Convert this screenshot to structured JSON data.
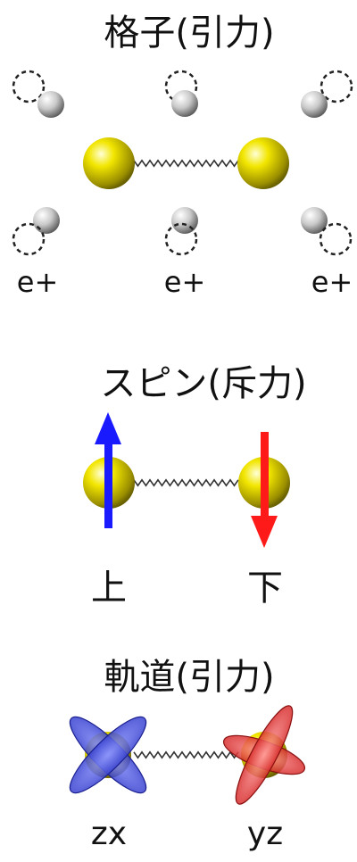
{
  "panels": {
    "lattice": {
      "title": "格子(引力)",
      "charges": [
        "e+",
        "e+",
        "e+"
      ]
    },
    "spin": {
      "title": "スピン(斥力)",
      "left_label": "上",
      "right_label": "下",
      "up_arrow_color": "#1a1aff",
      "down_arrow_color": "#ff1a1a"
    },
    "orbital": {
      "title": "軌道(引力)",
      "left_label": "zx",
      "right_label": "yz",
      "left_orbital_color": "#4a55e0",
      "right_orbital_color": "#f03a3a"
    }
  },
  "colors": {
    "electron": "#f2e600",
    "ion": "#cfcfcf",
    "spring": "#333333"
  },
  "icons": [
    "electron-sphere",
    "ion-sphere",
    "vacancy-circle",
    "spring-bond",
    "spin-up-arrow",
    "spin-down-arrow",
    "orbital-lobes"
  ]
}
